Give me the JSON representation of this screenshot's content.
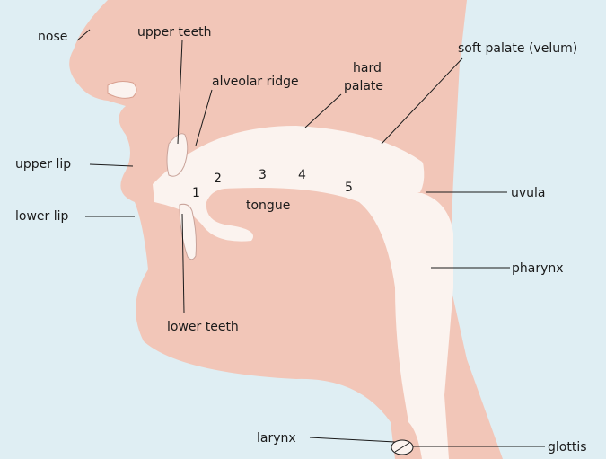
{
  "colors": {
    "background": "#dfeef3",
    "tissue": "#f2c6b8",
    "cavity": "#fbf3ef",
    "line": "#1a1a1a"
  },
  "labels": {
    "nose": "nose",
    "upper_teeth": "upper teeth",
    "alveolar_ridge": "alveolar ridge",
    "hard_palate_1": "hard",
    "hard_palate_2": "palate",
    "soft_palate": "soft palate (velum)",
    "upper_lip": "upper lip",
    "lower_lip": "lower lip",
    "tongue": "tongue",
    "uvula": "uvula",
    "pharynx": "pharynx",
    "lower_teeth": "lower teeth",
    "larynx": "larynx",
    "glottis": "glottis"
  },
  "points": [
    "1",
    "2",
    "3",
    "4",
    "5"
  ]
}
